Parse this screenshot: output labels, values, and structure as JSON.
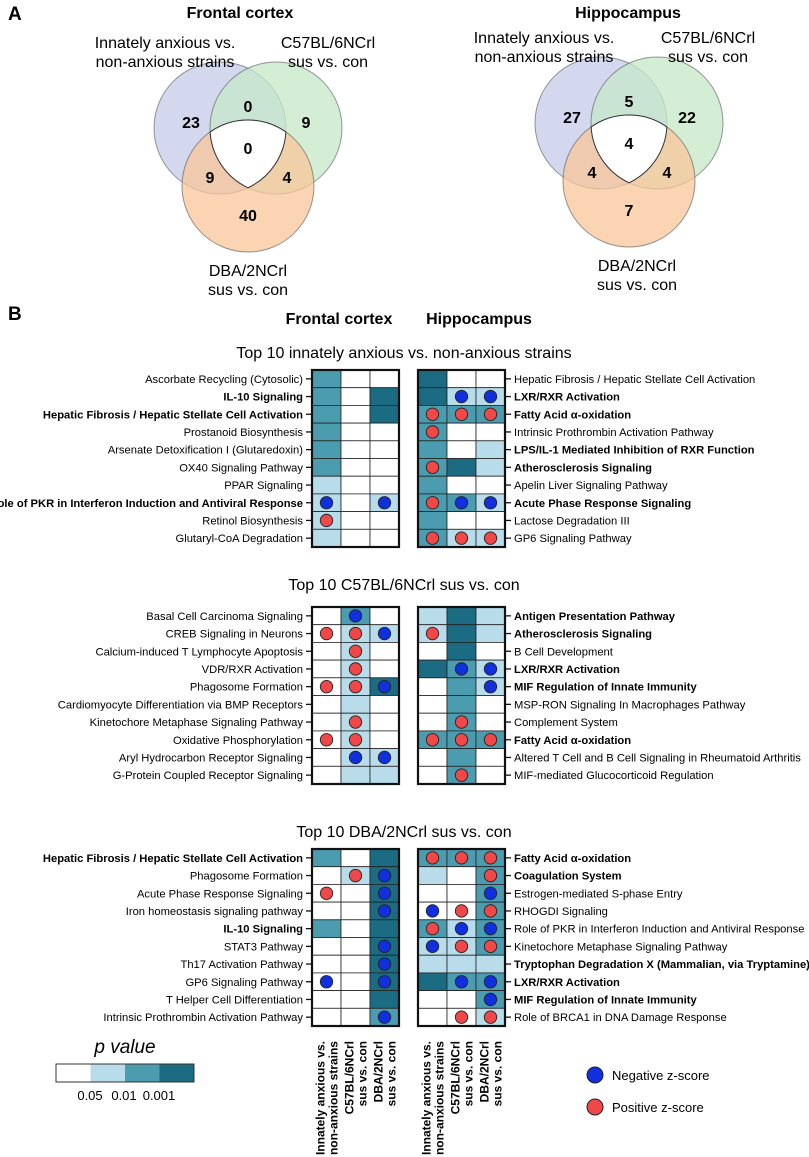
{
  "panels": {
    "a": "A",
    "b": "B"
  },
  "venn": {
    "cortex": {
      "title": "Frontal cortex",
      "label_a": [
        "Innately anxious vs.",
        "non-anxious strains"
      ],
      "label_b": [
        "C57BL/6NCrl",
        "sus vs. con"
      ],
      "label_c": [
        "DBA/2NCrl",
        "sus vs. con"
      ],
      "counts": {
        "a_only": "23",
        "b_only": "9",
        "c_only": "40",
        "ab": "0",
        "ac": "9",
        "bc": "4",
        "abc": "0"
      }
    },
    "hippocampus": {
      "title": "Hippocampus",
      "label_a": [
        "Innately anxious vs.",
        "non-anxious strains"
      ],
      "label_b": [
        "C57BL/6NCrl",
        "sus vs. con"
      ],
      "label_c": [
        "DBA/2NCrl",
        "sus vs. con"
      ],
      "counts": {
        "a_only": "27",
        "b_only": "22",
        "c_only": "7",
        "ab": "5",
        "ac": "4",
        "bc": "4",
        "abc": "4"
      }
    },
    "colors": {
      "a": "#c4cbe9",
      "b": "#c6e8c8",
      "c": "#f8c59a"
    }
  },
  "heatmap_headers": {
    "cortex": "Frontal cortex",
    "hippocampus": "Hippocampus"
  },
  "cell_colors": [
    "#ffffff",
    "#b8dcea",
    "#4c9cb0",
    "#1b6b82"
  ],
  "dot_colors": {
    "neg": "#1030e0",
    "pos": "#f04848"
  },
  "columns": [
    "Innately anxious vs.|non-anxious strains",
    "C57BL/6NCrl|sus vs. con",
    "DBA/2NCrl|sus vs. con"
  ],
  "blocks": [
    {
      "title": "Top 10 innately anxious vs. non-anxious strains",
      "left_rows": [
        {
          "label": "Ascorbate Recycling (Cytosolic)",
          "bold": false,
          "cells": [
            2,
            0,
            0
          ],
          "dots": [
            0,
            0,
            0
          ]
        },
        {
          "label": "IL-10 Signaling",
          "bold": true,
          "cells": [
            2,
            0,
            3
          ],
          "dots": [
            0,
            0,
            0
          ]
        },
        {
          "label": "Hepatic Fibrosis / Hepatic Stellate Cell Activation",
          "bold": true,
          "cells": [
            2,
            0,
            3
          ],
          "dots": [
            0,
            0,
            0
          ]
        },
        {
          "label": "Prostanoid Biosynthesis",
          "bold": false,
          "cells": [
            2,
            0,
            0
          ],
          "dots": [
            0,
            0,
            0
          ]
        },
        {
          "label": "Arsenate Detoxification I (Glutaredoxin)",
          "bold": false,
          "cells": [
            2,
            0,
            0
          ],
          "dots": [
            0,
            0,
            0
          ]
        },
        {
          "label": "OX40 Signaling Pathway",
          "bold": false,
          "cells": [
            2,
            0,
            0
          ],
          "dots": [
            0,
            0,
            0
          ]
        },
        {
          "label": "PPAR Signaling",
          "bold": false,
          "cells": [
            1,
            0,
            0
          ],
          "dots": [
            0,
            0,
            0
          ]
        },
        {
          "label": "Role of PKR in Interferon Induction and Antiviral Response",
          "bold": true,
          "cells": [
            1,
            0,
            1
          ],
          "dots": [
            -1,
            0,
            -1
          ]
        },
        {
          "label": "Retinol Biosynthesis",
          "bold": false,
          "cells": [
            1,
            0,
            0
          ],
          "dots": [
            1,
            0,
            0
          ]
        },
        {
          "label": "Glutaryl-CoA Degradation",
          "bold": false,
          "cells": [
            1,
            0,
            0
          ],
          "dots": [
            0,
            0,
            0
          ]
        }
      ],
      "right_rows": [
        {
          "label": "Hepatic Fibrosis / Hepatic Stellate Cell Activation",
          "bold": false,
          "cells": [
            3,
            0,
            0
          ],
          "dots": [
            0,
            0,
            0
          ]
        },
        {
          "label": "LXR/RXR Activation",
          "bold": true,
          "cells": [
            3,
            1,
            1
          ],
          "dots": [
            0,
            -1,
            -1
          ]
        },
        {
          "label": "Fatty Acid α-oxidation",
          "bold": true,
          "cells": [
            2,
            2,
            2
          ],
          "dots": [
            1,
            1,
            1
          ]
        },
        {
          "label": "Intrinsic Prothrombin Activation Pathway",
          "bold": false,
          "cells": [
            2,
            0,
            0
          ],
          "dots": [
            1,
            0,
            0
          ]
        },
        {
          "label": "LPS/IL-1 Mediated Inhibition of RXR Function",
          "bold": true,
          "cells": [
            2,
            0,
            1
          ],
          "dots": [
            0,
            0,
            0
          ]
        },
        {
          "label": "Atherosclerosis Signaling",
          "bold": true,
          "cells": [
            2,
            3,
            1
          ],
          "dots": [
            1,
            0,
            0
          ]
        },
        {
          "label": "Apelin Liver Signaling Pathway",
          "bold": false,
          "cells": [
            2,
            0,
            0
          ],
          "dots": [
            0,
            0,
            0
          ]
        },
        {
          "label": "Acute Phase Response Signaling",
          "bold": true,
          "cells": [
            2,
            2,
            1
          ],
          "dots": [
            1,
            -1,
            -1
          ]
        },
        {
          "label": "Lactose Degradation III",
          "bold": false,
          "cells": [
            2,
            0,
            0
          ],
          "dots": [
            0,
            0,
            0
          ]
        },
        {
          "label": "GP6 Signaling Pathway",
          "bold": false,
          "cells": [
            2,
            1,
            1
          ],
          "dots": [
            1,
            1,
            1
          ]
        }
      ]
    },
    {
      "title": "Top 10 C57BL/6NCrl  sus vs. con",
      "left_rows": [
        {
          "label": "Basal Cell Carcinoma Signaling",
          "bold": false,
          "cells": [
            0,
            2,
            0
          ],
          "dots": [
            0,
            -1,
            0
          ]
        },
        {
          "label": "CREB Signaling in Neurons",
          "bold": false,
          "cells": [
            0,
            1,
            1
          ],
          "dots": [
            1,
            1,
            -1
          ]
        },
        {
          "label": "Calcium-induced T Lymphocyte Apoptosis",
          "bold": false,
          "cells": [
            0,
            1,
            0
          ],
          "dots": [
            0,
            1,
            0
          ]
        },
        {
          "label": "VDR/RXR Activation",
          "bold": false,
          "cells": [
            0,
            1,
            0
          ],
          "dots": [
            0,
            1,
            0
          ]
        },
        {
          "label": "Phagosome Formation",
          "bold": false,
          "cells": [
            0,
            1,
            3
          ],
          "dots": [
            1,
            1,
            -1
          ]
        },
        {
          "label": "Cardiomyocyte Differentiation via BMP Receptors",
          "bold": false,
          "cells": [
            0,
            1,
            0
          ],
          "dots": [
            0,
            0,
            0
          ]
        },
        {
          "label": "Kinetochore Metaphase Signaling Pathway",
          "bold": false,
          "cells": [
            0,
            1,
            0
          ],
          "dots": [
            0,
            1,
            0
          ]
        },
        {
          "label": "Oxidative Phosphorylation",
          "bold": false,
          "cells": [
            0,
            1,
            0
          ],
          "dots": [
            1,
            1,
            0
          ]
        },
        {
          "label": "Aryl Hydrocarbon Receptor Signaling",
          "bold": false,
          "cells": [
            0,
            1,
            1
          ],
          "dots": [
            0,
            -1,
            -1
          ]
        },
        {
          "label": "G-Protein Coupled Receptor Signaling",
          "bold": false,
          "cells": [
            0,
            1,
            1
          ],
          "dots": [
            0,
            0,
            0
          ]
        }
      ],
      "right_rows": [
        {
          "label": "Antigen Presentation Pathway",
          "bold": true,
          "cells": [
            1,
            3,
            1
          ],
          "dots": [
            0,
            0,
            0
          ]
        },
        {
          "label": "Atherosclerosis Signaling",
          "bold": true,
          "cells": [
            1,
            3,
            1
          ],
          "dots": [
            1,
            0,
            0
          ]
        },
        {
          "label": "B Cell Development",
          "bold": false,
          "cells": [
            0,
            3,
            0
          ],
          "dots": [
            0,
            0,
            0
          ]
        },
        {
          "label": "LXR/RXR Activation",
          "bold": true,
          "cells": [
            3,
            2,
            1
          ],
          "dots": [
            0,
            -1,
            -1
          ]
        },
        {
          "label": "MIF Regulation of Innate Immunity",
          "bold": true,
          "cells": [
            0,
            2,
            1
          ],
          "dots": [
            0,
            0,
            -1
          ]
        },
        {
          "label": "MSP-RON Signaling In Macrophages Pathway",
          "bold": false,
          "cells": [
            0,
            2,
            0
          ],
          "dots": [
            0,
            0,
            0
          ]
        },
        {
          "label": "Complement System",
          "bold": false,
          "cells": [
            0,
            2,
            0
          ],
          "dots": [
            0,
            1,
            0
          ]
        },
        {
          "label": "Fatty Acid α-oxidation",
          "bold": true,
          "cells": [
            2,
            2,
            2
          ],
          "dots": [
            1,
            1,
            1
          ]
        },
        {
          "label": "Altered T Cell and B Cell Signaling in Rheumatoid Arthritis",
          "bold": false,
          "cells": [
            0,
            2,
            0
          ],
          "dots": [
            0,
            0,
            0
          ]
        },
        {
          "label": "MIF-mediated Glucocorticoid Regulation",
          "bold": false,
          "cells": [
            0,
            2,
            0
          ],
          "dots": [
            0,
            1,
            0
          ]
        }
      ]
    },
    {
      "title": "Top 10 DBA/2NCrl sus vs. con",
      "left_rows": [
        {
          "label": "Hepatic Fibrosis / Hepatic Stellate Cell Activation",
          "bold": true,
          "cells": [
            2,
            0,
            3
          ],
          "dots": [
            0,
            0,
            0
          ]
        },
        {
          "label": "Phagosome Formation",
          "bold": false,
          "cells": [
            0,
            1,
            3
          ],
          "dots": [
            0,
            1,
            -1
          ]
        },
        {
          "label": "Acute Phase Response Signaling",
          "bold": false,
          "cells": [
            0,
            0,
            3
          ],
          "dots": [
            1,
            0,
            -1
          ]
        },
        {
          "label": "Iron homeostasis signaling pathway",
          "bold": false,
          "cells": [
            0,
            0,
            3
          ],
          "dots": [
            0,
            0,
            -1
          ]
        },
        {
          "label": "IL-10 Signaling",
          "bold": true,
          "cells": [
            2,
            0,
            3
          ],
          "dots": [
            0,
            0,
            0
          ]
        },
        {
          "label": "STAT3 Pathway",
          "bold": false,
          "cells": [
            0,
            0,
            3
          ],
          "dots": [
            0,
            0,
            -1
          ]
        },
        {
          "label": "Th17 Activation Pathway",
          "bold": false,
          "cells": [
            0,
            0,
            3
          ],
          "dots": [
            0,
            0,
            -1
          ]
        },
        {
          "label": "GP6 Signaling Pathway",
          "bold": false,
          "cells": [
            0,
            0,
            3
          ],
          "dots": [
            -1,
            0,
            -1
          ]
        },
        {
          "label": "T Helper Cell Differentiation",
          "bold": false,
          "cells": [
            0,
            0,
            3
          ],
          "dots": [
            0,
            0,
            0
          ]
        },
        {
          "label": "Intrinsic Prothrombin Activation Pathway",
          "bold": false,
          "cells": [
            0,
            0,
            2
          ],
          "dots": [
            0,
            0,
            -1
          ]
        }
      ],
      "right_rows": [
        {
          "label": "Fatty Acid α-oxidation",
          "bold": true,
          "cells": [
            2,
            2,
            2
          ],
          "dots": [
            1,
            1,
            1
          ]
        },
        {
          "label": "Coagulation System",
          "bold": true,
          "cells": [
            1,
            0,
            2
          ],
          "dots": [
            0,
            0,
            1
          ]
        },
        {
          "label": "Estrogen-mediated S-phase Entry",
          "bold": false,
          "cells": [
            0,
            0,
            2
          ],
          "dots": [
            0,
            0,
            -1
          ]
        },
        {
          "label": "RHOGDI Signaling",
          "bold": false,
          "cells": [
            0,
            0,
            2
          ],
          "dots": [
            -1,
            1,
            1
          ]
        },
        {
          "label": "Role of PKR in Interferon Induction and Antiviral Response",
          "bold": false,
          "cells": [
            2,
            1,
            2
          ],
          "dots": [
            1,
            -1,
            -1
          ]
        },
        {
          "label": "Kinetochore Metaphase Signaling Pathway",
          "bold": false,
          "cells": [
            1,
            1,
            2
          ],
          "dots": [
            -1,
            1,
            1
          ]
        },
        {
          "label": "Tryptophan Degradation X (Mammalian, via Tryptamine)",
          "bold": true,
          "cells": [
            1,
            1,
            1
          ],
          "dots": [
            0,
            0,
            0
          ]
        },
        {
          "label": "LXR/RXR Activation",
          "bold": true,
          "cells": [
            3,
            2,
            2
          ],
          "dots": [
            0,
            -1,
            -1
          ]
        },
        {
          "label": "MIF Regulation of Innate Immunity",
          "bold": true,
          "cells": [
            0,
            0,
            2
          ],
          "dots": [
            0,
            0,
            -1
          ]
        },
        {
          "label": "Role of BRCA1 in DNA Damage Response",
          "bold": false,
          "cells": [
            0,
            0,
            1
          ],
          "dots": [
            0,
            1,
            1
          ]
        }
      ]
    }
  ],
  "legend": {
    "title": "p value",
    "ticks": [
      "0.05",
      "0.01",
      "0.001"
    ],
    "negative": "Negative z-score",
    "positive": "Positive z-score"
  }
}
